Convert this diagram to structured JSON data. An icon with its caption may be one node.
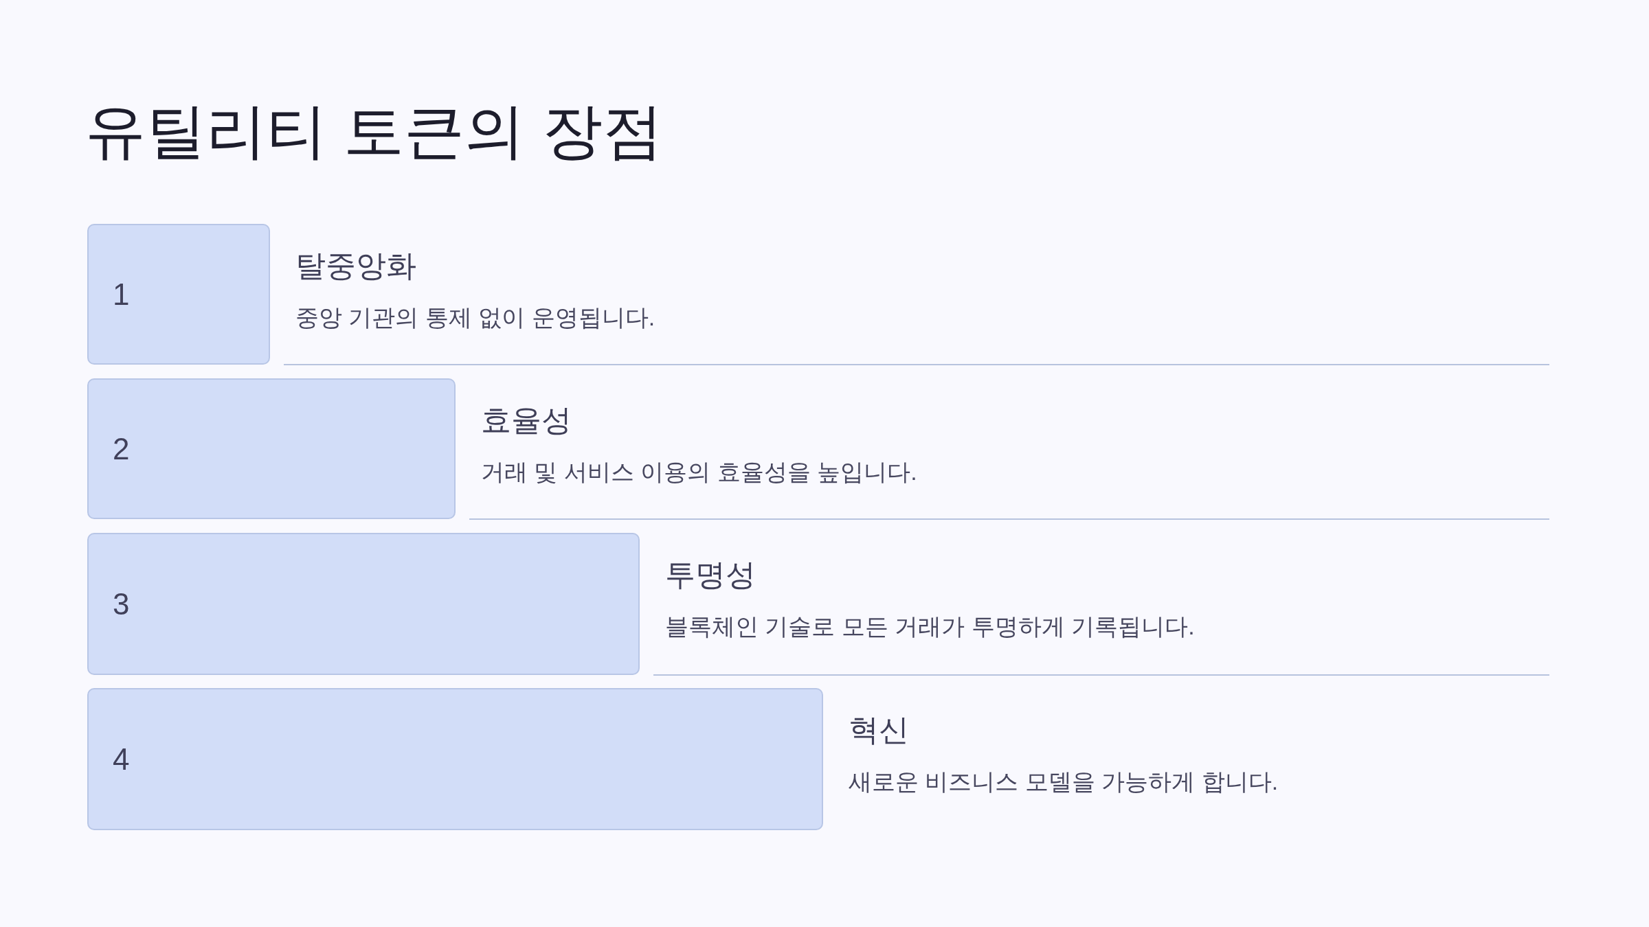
{
  "diagram": {
    "title": "유틸리티 토큰의 장점",
    "nodes": [
      {
        "text": [
          "1"
        ],
        "beside": [
          "탈중앙화",
          "중앙 기관의 통제 없이 운영됩니다."
        ]
      },
      {
        "text": [
          "2"
        ],
        "beside": [
          "효율성",
          "거래 및 서비스 이용의 효율성을 높입니다."
        ]
      },
      {
        "text": [
          "3"
        ],
        "beside": [
          "투명성",
          "블록체인 기술로 모든 거래가 투명하게 기록됩니다."
        ]
      },
      {
        "text": [
          "4"
        ],
        "beside": [
          "혁신",
          "새로운 비즈니스 모델을 가능하게 합니다."
        ]
      }
    ]
  }
}
